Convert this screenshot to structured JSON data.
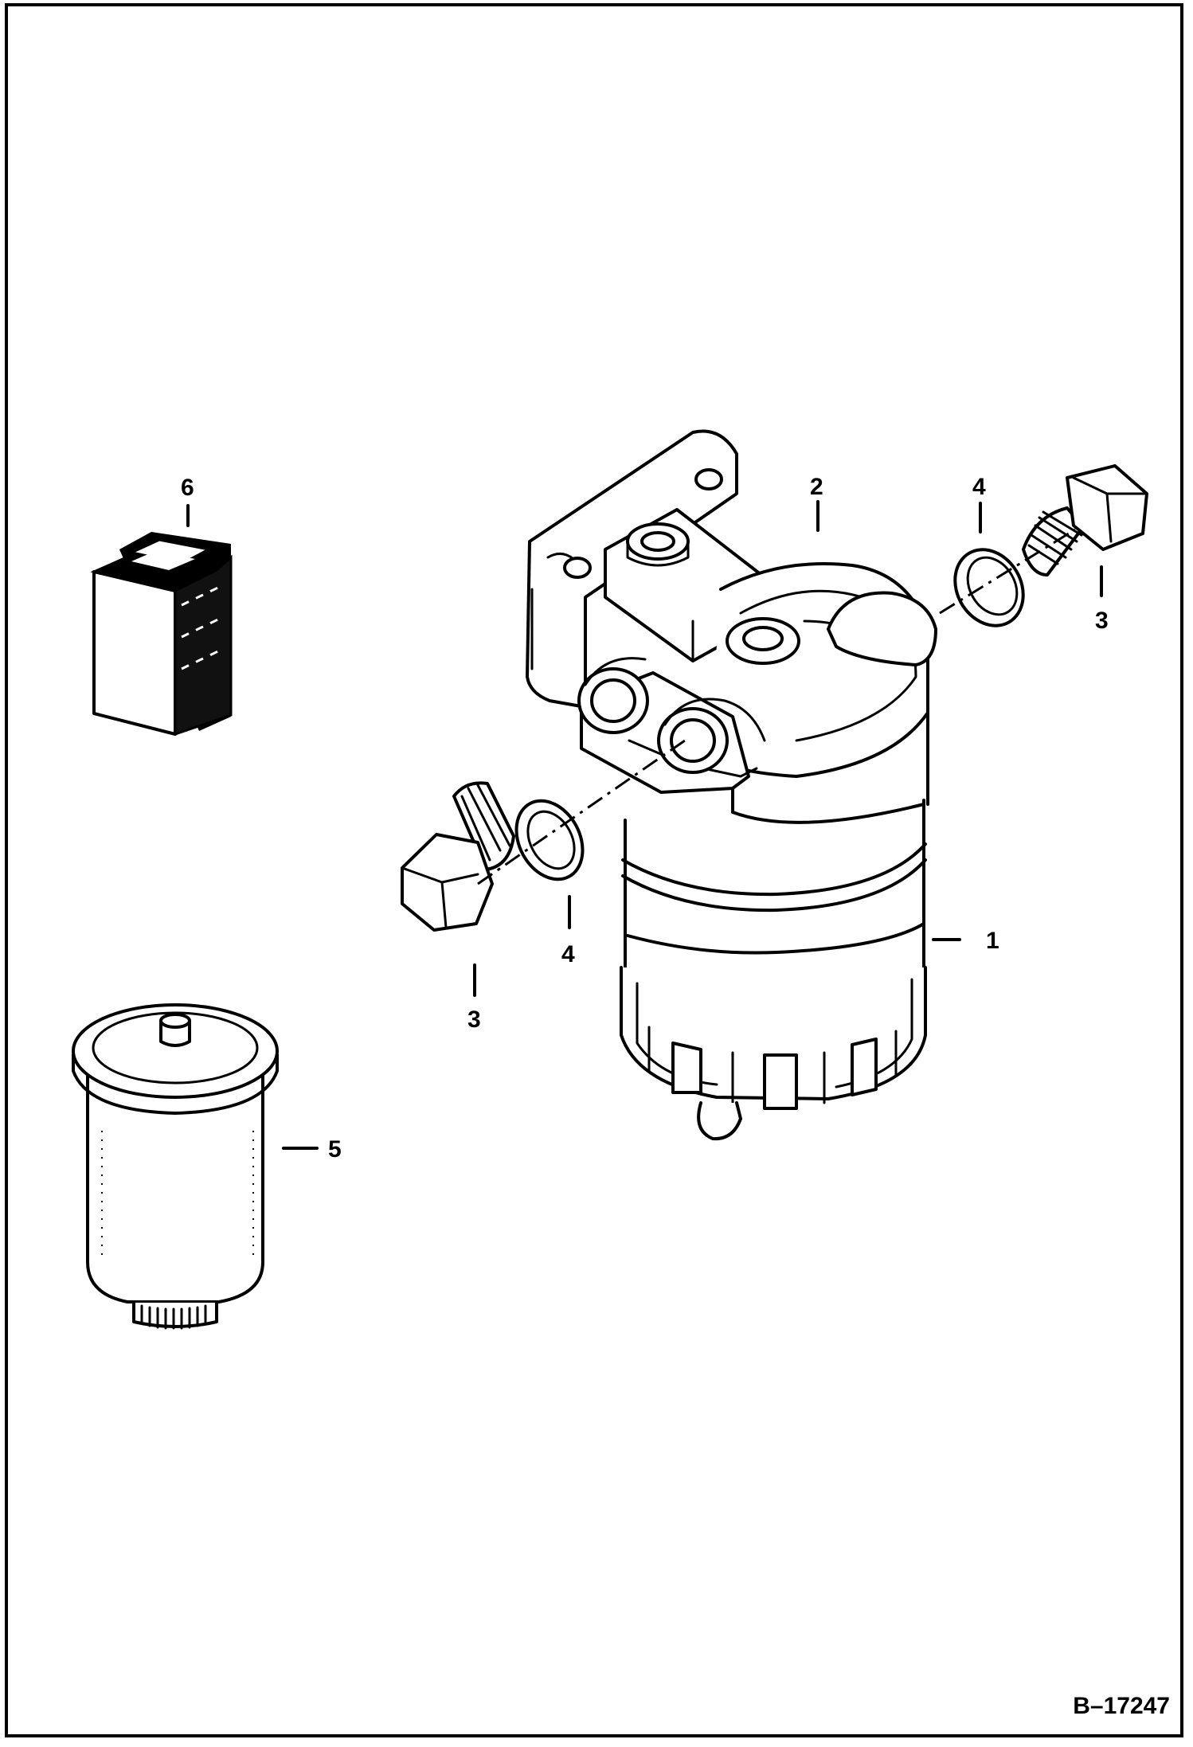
{
  "figure_ref": "B–17247",
  "callouts": [
    {
      "id": "c1",
      "text": "1"
    },
    {
      "id": "c2",
      "text": "2"
    },
    {
      "id": "c3a",
      "text": "3"
    },
    {
      "id": "c3b",
      "text": "3"
    },
    {
      "id": "c4a",
      "text": "4"
    },
    {
      "id": "c4b",
      "text": "4"
    },
    {
      "id": "c5",
      "text": "5"
    },
    {
      "id": "c6",
      "text": "6"
    }
  ]
}
